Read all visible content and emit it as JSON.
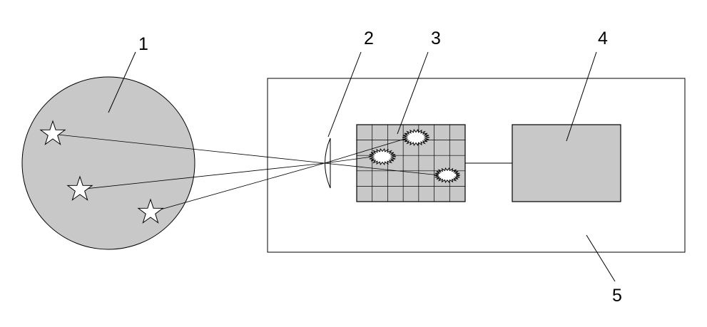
{
  "labels": {
    "sky": "1",
    "lens": "2",
    "sensor": "3",
    "processor": "4",
    "housing": "5"
  },
  "colors": {
    "fill_gray": "#c8c8c8",
    "stroke": "#000000",
    "background": "#ffffff"
  }
}
